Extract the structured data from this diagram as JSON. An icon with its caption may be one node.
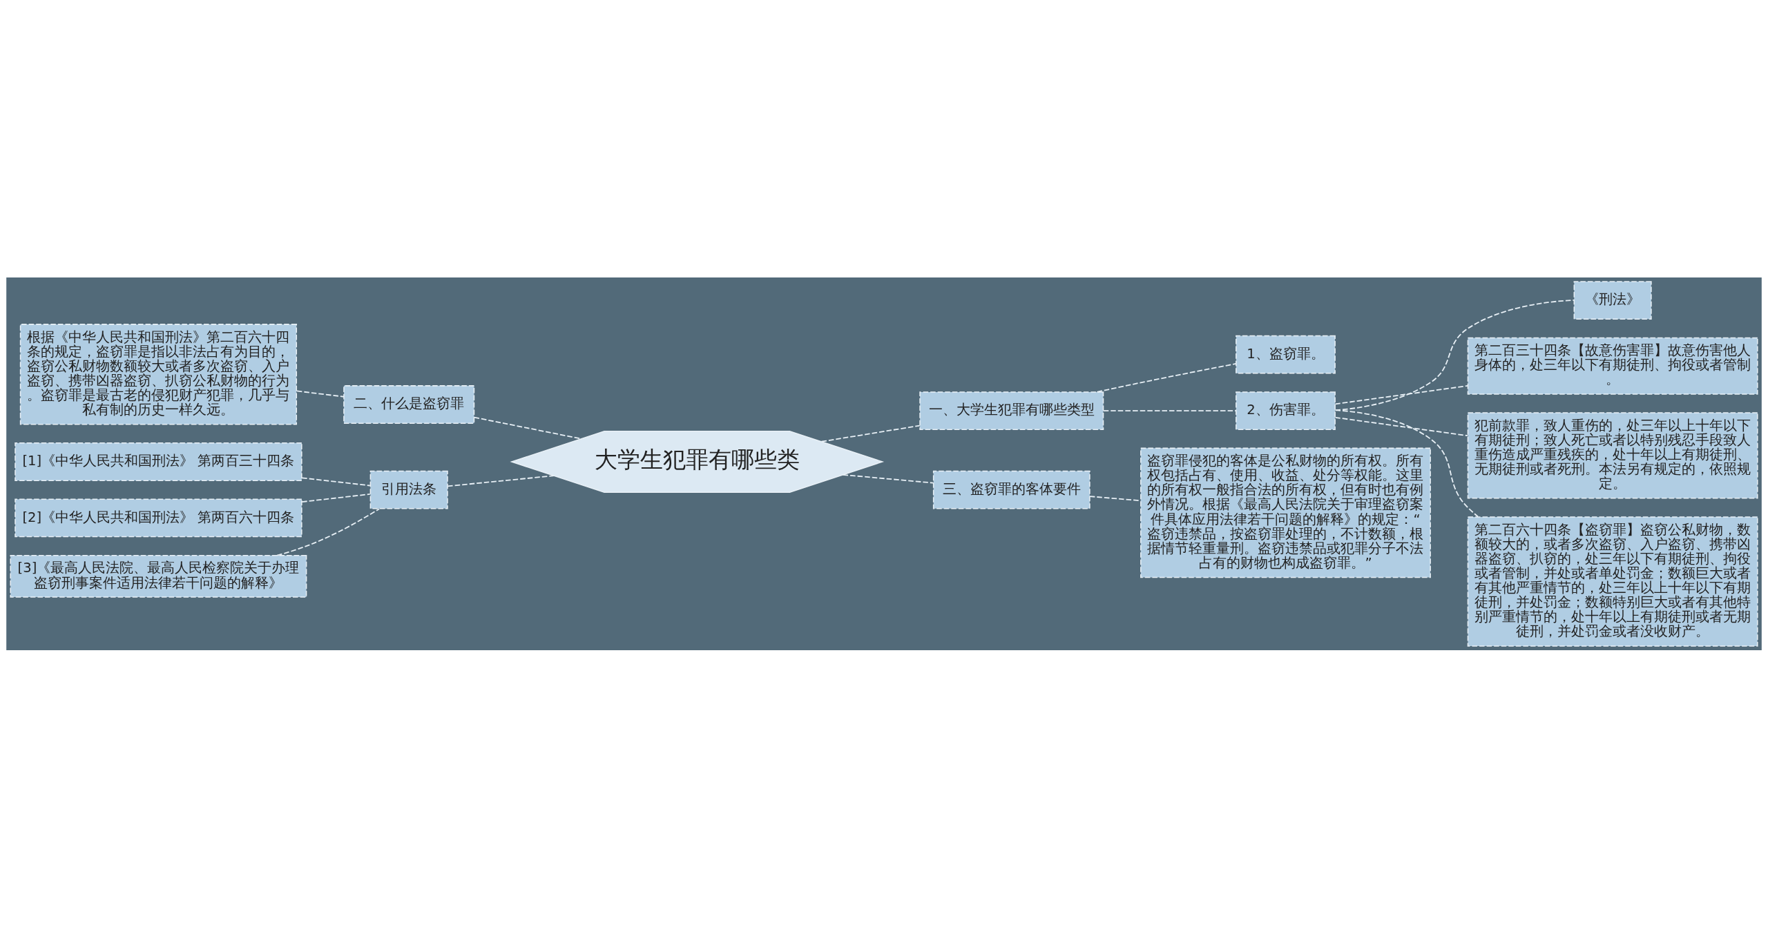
{
  "diagram": {
    "nodes": [
      {
        "text": [
          "大学生犯罪有哪些类"
        ]
      },
      {
        "text": [
          "一、大学生犯罪有哪些类型"
        ]
      },
      {
        "text": [
          "1、盗窃罪。"
        ]
      },
      {
        "text": [
          "2、伤害罪。"
        ]
      },
      {
        "text": [
          "《刑法》"
        ]
      },
      {
        "text": [
          "第二百三十四条【故意伤害罪】故意伤害他人身体的，处三年以下有期徒刑、拘役或者管制。"
        ]
      },
      {
        "text": [
          "犯前款罪，致人重伤的，处三年以上十年以下有期徒刑；致人死亡或者以特别残忍手段致人重伤造成严重残疾的，处十年以上有期徒刑、无期徒刑或者死刑。本法另有规定的，依照规定。"
        ]
      },
      {
        "text": [
          "第二百六十四条【盗窃罪】盗窃公私财物，数额较大的，或者多次盗窃、入户盗窃、携带凶器盗窃、扒窃的，处三年以下有期徒刑、拘役或者管制，并处或者单处罚金；数额巨大或者有其他严重情节的，处三年以上十年以下有期徒刑，并处罚金；数额特别巨大或者有其他特别严重情节的，处十年以上有期徒刑或者无期徒刑，并处罚金或者没收财产。"
        ]
      },
      {
        "text": [
          "三、盗窃罪的客体要件"
        ]
      },
      {
        "text": [
          "盗窃罪侵犯的客体是公私财物的所有权。所有权包括占有、使用、收益、处分等权能。这里的所有权一般指合法的所有权，但有时也有例外情况。根据《最高人民法院关于审理盗窃案件具体应用法律若干问题的解释》的规定：“盗窃违禁品，按盗窃罪处理的，不计数额，根据情节轻重量刑。盗窃违禁品或犯罪分子不法占有的财物也构成盗窃罪。”"
        ]
      },
      {
        "text": [
          "二、什么是盗窃罪"
        ]
      },
      {
        "text": [
          "根据《中华人民共和国刑法》第二百六十四条的规定，盗窃罪是指以非法占有为目的，盗窃公私财物数额较大或者多次盗窃、入户盗窃、携带凶器盗窃、扒窃公私财物的行为。盗窃罪是最古老的侵犯财产犯罪，几乎与私有制的历史一样久远。"
        ]
      },
      {
        "text": [
          "引用法条"
        ]
      },
      {
        "text": [
          "[1]《中华人民共和国刑法》 第两百三十四条"
        ]
      },
      {
        "text": [
          "[2]《中华人民共和国刑法》 第两百六十四条"
        ]
      },
      {
        "text": [
          "[3]《最高人民法院、最高人民检察院关于办理盗窃刑事案件适用法律若干问题的解释》"
        ]
      }
    ],
    "edges": [
      {
        "from": 0,
        "to": 1,
        "arrow": "none"
      },
      {
        "from": 1,
        "to": 2,
        "arrow": "none"
      },
      {
        "from": 1,
        "to": 3,
        "arrow": "none"
      },
      {
        "from": 3,
        "to": 4,
        "arrow": "none"
      },
      {
        "from": 3,
        "to": 5,
        "arrow": "none"
      },
      {
        "from": 3,
        "to": 6,
        "arrow": "none"
      },
      {
        "from": 3,
        "to": 7,
        "arrow": "none"
      },
      {
        "from": 0,
        "to": 8,
        "arrow": "none"
      },
      {
        "from": 8,
        "to": 9,
        "arrow": "none"
      },
      {
        "from": 0,
        "to": 10,
        "arrow": "none"
      },
      {
        "from": 10,
        "to": 11,
        "arrow": "none"
      },
      {
        "from": 0,
        "to": 12,
        "arrow": "none"
      },
      {
        "from": 12,
        "to": 13,
        "arrow": "none"
      },
      {
        "from": 12,
        "to": 14,
        "arrow": "none"
      },
      {
        "from": 12,
        "to": 15,
        "arrow": "none"
      }
    ]
  }
}
